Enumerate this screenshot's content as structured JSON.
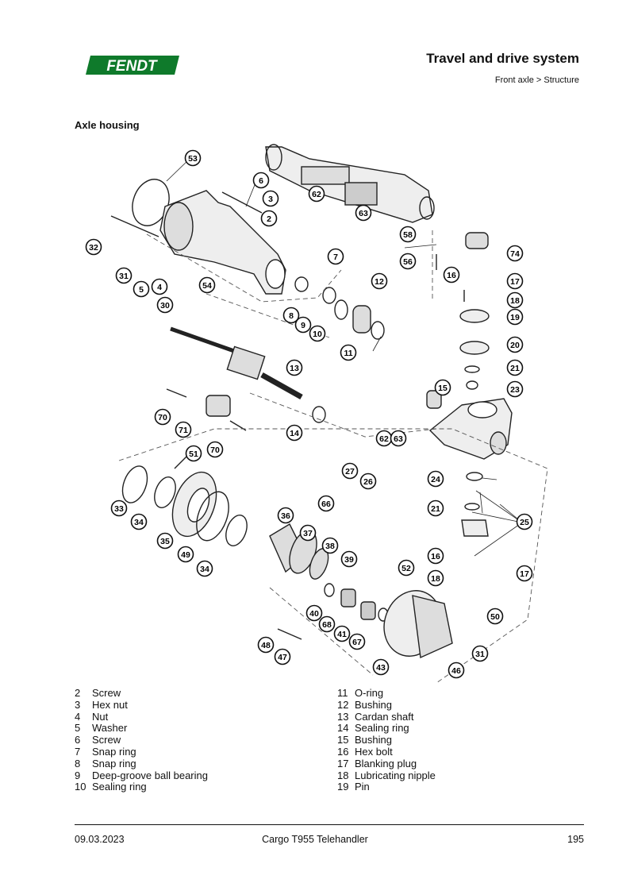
{
  "header": {
    "brand": "FENDT",
    "title": "Travel and drive system",
    "breadcrumb": "Front axle > Structure"
  },
  "section_title": "Axle housing",
  "diagram": {
    "callouts": [
      {
        "n": "53"
      },
      {
        "n": "6"
      },
      {
        "n": "3"
      },
      {
        "n": "62"
      },
      {
        "n": "2"
      },
      {
        "n": "63"
      },
      {
        "n": "32"
      },
      {
        "n": "58"
      },
      {
        "n": "74"
      },
      {
        "n": "7"
      },
      {
        "n": "56"
      },
      {
        "n": "31"
      },
      {
        "n": "5"
      },
      {
        "n": "4"
      },
      {
        "n": "54"
      },
      {
        "n": "16"
      },
      {
        "n": "17"
      },
      {
        "n": "12"
      },
      {
        "n": "30"
      },
      {
        "n": "18"
      },
      {
        "n": "8"
      },
      {
        "n": "9"
      },
      {
        "n": "19"
      },
      {
        "n": "10"
      },
      {
        "n": "20"
      },
      {
        "n": "11"
      },
      {
        "n": "21"
      },
      {
        "n": "13"
      },
      {
        "n": "23"
      },
      {
        "n": "15"
      },
      {
        "n": "70"
      },
      {
        "n": "71"
      },
      {
        "n": "14"
      },
      {
        "n": "62"
      },
      {
        "n": "63"
      },
      {
        "n": "70"
      },
      {
        "n": "51"
      },
      {
        "n": "27"
      },
      {
        "n": "26"
      },
      {
        "n": "24"
      },
      {
        "n": "66"
      },
      {
        "n": "33"
      },
      {
        "n": "21"
      },
      {
        "n": "34"
      },
      {
        "n": "36"
      },
      {
        "n": "25"
      },
      {
        "n": "37"
      },
      {
        "n": "35"
      },
      {
        "n": "38"
      },
      {
        "n": "49"
      },
      {
        "n": "16"
      },
      {
        "n": "34"
      },
      {
        "n": "39"
      },
      {
        "n": "52"
      },
      {
        "n": "18"
      },
      {
        "n": "17"
      },
      {
        "n": "40"
      },
      {
        "n": "68"
      },
      {
        "n": "50"
      },
      {
        "n": "41"
      },
      {
        "n": "67"
      },
      {
        "n": "48"
      },
      {
        "n": "31"
      },
      {
        "n": "47"
      },
      {
        "n": "43"
      },
      {
        "n": "46"
      }
    ]
  },
  "legend_left": [
    {
      "num": "2",
      "label": "Screw"
    },
    {
      "num": "3",
      "label": "Hex nut"
    },
    {
      "num": "4",
      "label": "Nut"
    },
    {
      "num": "5",
      "label": "Washer"
    },
    {
      "num": "6",
      "label": "Screw"
    },
    {
      "num": "7",
      "label": "Snap ring"
    },
    {
      "num": "8",
      "label": "Snap ring"
    },
    {
      "num": "9",
      "label": "Deep-groove ball bearing"
    },
    {
      "num": "10",
      "label": "Sealing ring"
    }
  ],
  "legend_right": [
    {
      "num": "11",
      "label": "O-ring"
    },
    {
      "num": "12",
      "label": "Bushing"
    },
    {
      "num": "13",
      "label": "Cardan shaft"
    },
    {
      "num": "14",
      "label": "Sealing ring"
    },
    {
      "num": "15",
      "label": "Bushing"
    },
    {
      "num": "16",
      "label": "Hex bolt"
    },
    {
      "num": "17",
      "label": "Blanking plug"
    },
    {
      "num": "18",
      "label": "Lubricating nipple"
    },
    {
      "num": "19",
      "label": "Pin"
    }
  ],
  "footer": {
    "date": "09.03.2023",
    "product": "Cargo T955 Telehandler",
    "page": "195"
  },
  "colors": {
    "brand_green": "#0f7a2b",
    "text": "#111111"
  }
}
